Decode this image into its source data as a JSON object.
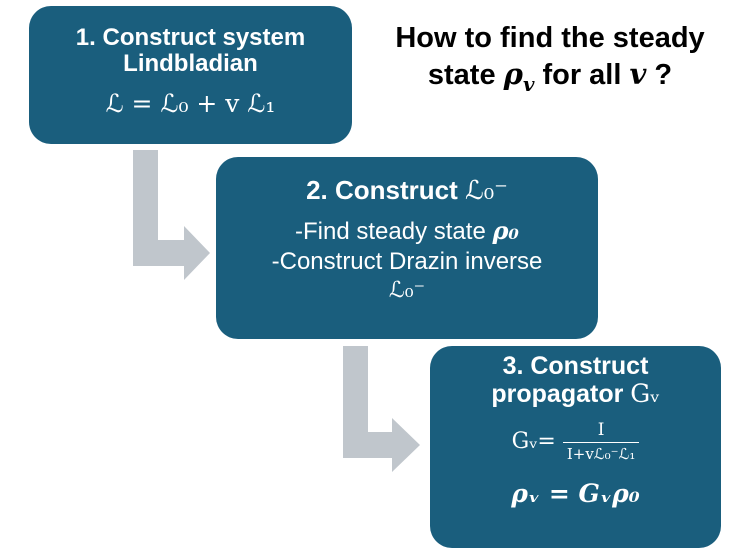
{
  "question": {
    "line1": "How to find the steady",
    "line2_prefix": "state ",
    "line2_symbol": "ρ",
    "line2_sub": "v",
    "line2_mid": " for all ",
    "line2_var": "v",
    "line2_suffix": " ?"
  },
  "step1": {
    "title_line1": "1. Construct system",
    "title_line2": "Lindbladian",
    "equation": "ℒ = ℒ₀ + v ℒ₁"
  },
  "step2": {
    "title": "2. Construct ",
    "title_symbol": "ℒ₀⁻",
    "line1_text": "-Find steady state ",
    "line1_symbol": "ρ₀",
    "line2_text": "-Construct Drazin inverse",
    "line3_symbol": "ℒ₀⁻"
  },
  "step3": {
    "title_line1": "3. Construct",
    "title_line2": "propagator ",
    "title_symbol": "Gᵥ",
    "eq1_lhs": "Gᵥ=",
    "eq1_num": "I",
    "eq1_den": "I+vℒ₀⁻ℒ₁",
    "eq2": "ρᵥ = Gᵥρ₀"
  },
  "colors": {
    "box_fill": "#1a5e7d",
    "arrow_fill": "#c0c6cc",
    "text_on_box": "#ffffff"
  }
}
